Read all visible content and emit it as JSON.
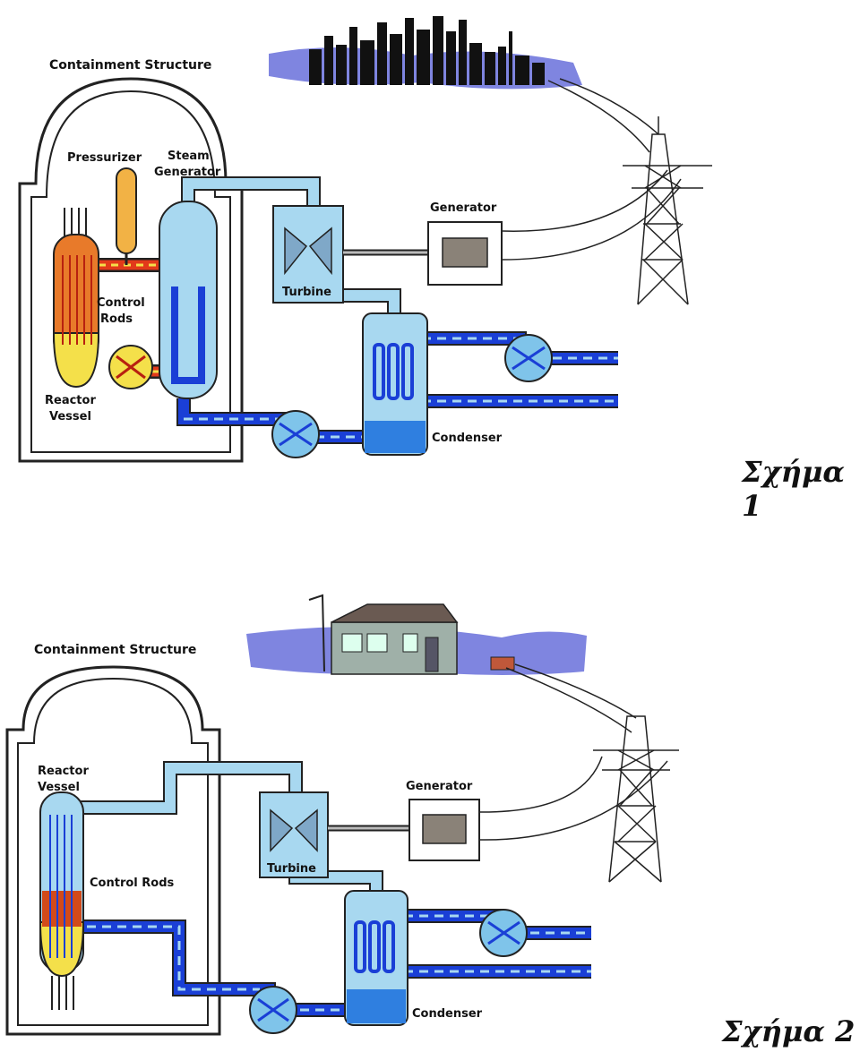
{
  "figure1": {
    "labels": {
      "containment": "Containment Structure",
      "pressurizer": "Pressurizer",
      "steam_generator_1": "Steam",
      "steam_generator_2": "Generator",
      "generator": "Generator",
      "turbine": "Turbine",
      "control_rods_1": "Control",
      "control_rods_2": "Rods",
      "reactor_vessel_1": "Reactor",
      "reactor_vessel_2": "Vessel",
      "condenser": "Condenser"
    },
    "caption": "Σχήμα 1"
  },
  "figure2": {
    "labels": {
      "containment": "Containment Structure",
      "reactor_vessel_1": "Reactor",
      "reactor_vessel_2": "Vessel",
      "generator": "Generator",
      "turbine": "Turbine",
      "control_rods": "Control Rods",
      "condenser": "Condenser"
    },
    "caption": "Σχήμα 2"
  },
  "colors": {
    "water_light": "#a8d8f0",
    "water_dark": "#1a3fd6",
    "hot_water": "#e23a1a",
    "core_yellow": "#f4e04a",
    "pressurizer": "#f2b245",
    "sky": "#7f85e0",
    "outline": "#222222"
  }
}
